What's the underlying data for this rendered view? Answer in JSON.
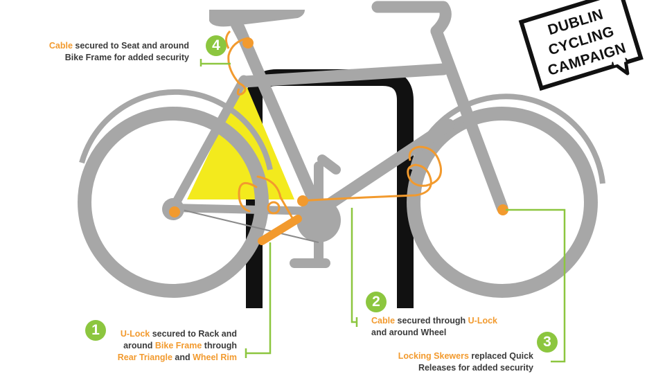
{
  "logo": {
    "lines": [
      "DUBLIN",
      "CYCLING",
      "CAMPAIGN"
    ]
  },
  "notes": [
    {
      "number": "4",
      "segments": [
        {
          "text": "Cable",
          "highlight": true
        },
        {
          "text": " secured to Seat and around",
          "highlight": false
        },
        {
          "break": true
        },
        {
          "text": "Bike Frame for added security",
          "highlight": false
        }
      ]
    },
    {
      "number": "1",
      "segments": [
        {
          "text": "U-Lock",
          "highlight": true
        },
        {
          "text": " secured to Rack and",
          "highlight": false
        },
        {
          "break": true
        },
        {
          "text": "around ",
          "highlight": false
        },
        {
          "text": "Bike Frame",
          "highlight": true
        },
        {
          "text": " through",
          "highlight": false
        },
        {
          "break": true
        },
        {
          "text": "Rear Triangle",
          "highlight": true
        },
        {
          "text": " and ",
          "highlight": false
        },
        {
          "text": "Wheel Rim",
          "highlight": true
        }
      ]
    },
    {
      "number": "2",
      "segments": [
        {
          "text": "Cable",
          "highlight": true
        },
        {
          "text": " secured through ",
          "highlight": false
        },
        {
          "text": "U-Lock",
          "highlight": true
        },
        {
          "break": true
        },
        {
          "text": "and around Wheel",
          "highlight": false
        }
      ]
    },
    {
      "number": "3",
      "segments": [
        {
          "text": "Locking Skewers",
          "highlight": true
        },
        {
          "text": " replaced Quick",
          "highlight": false
        },
        {
          "break": true
        },
        {
          "text": "Releases for added security",
          "highlight": false
        }
      ]
    }
  ],
  "colors": {
    "frame": "#a7a7a7",
    "rack": "#111111",
    "lock": "#f29a2e",
    "triangle": "#f3ea1d",
    "callout": "#8cc63f",
    "text": "#3a3a3a"
  }
}
